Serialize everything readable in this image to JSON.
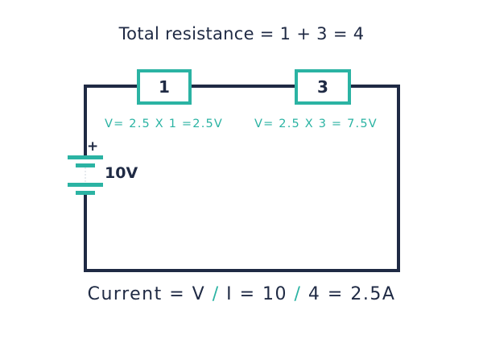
{
  "diagram": {
    "title": "Total resistance =  1 + 3 = 4",
    "resistors": [
      {
        "label": "1",
        "voltage_note": "V= 2.5 X 1 =2.5V"
      },
      {
        "label": "3",
        "voltage_note": "V= 2.5 X 3 = 7.5V"
      }
    ],
    "battery": {
      "label": "10V",
      "polarity": "+"
    },
    "formula": {
      "part1": "Current = V ",
      "slash1": "/",
      "part2": " I = 10 ",
      "slash2": "/",
      "part3": " 4 = 2.5A"
    },
    "colors": {
      "wire": "#1f2a44",
      "accent": "#2bb3a3",
      "text": "#1f2a44"
    }
  }
}
